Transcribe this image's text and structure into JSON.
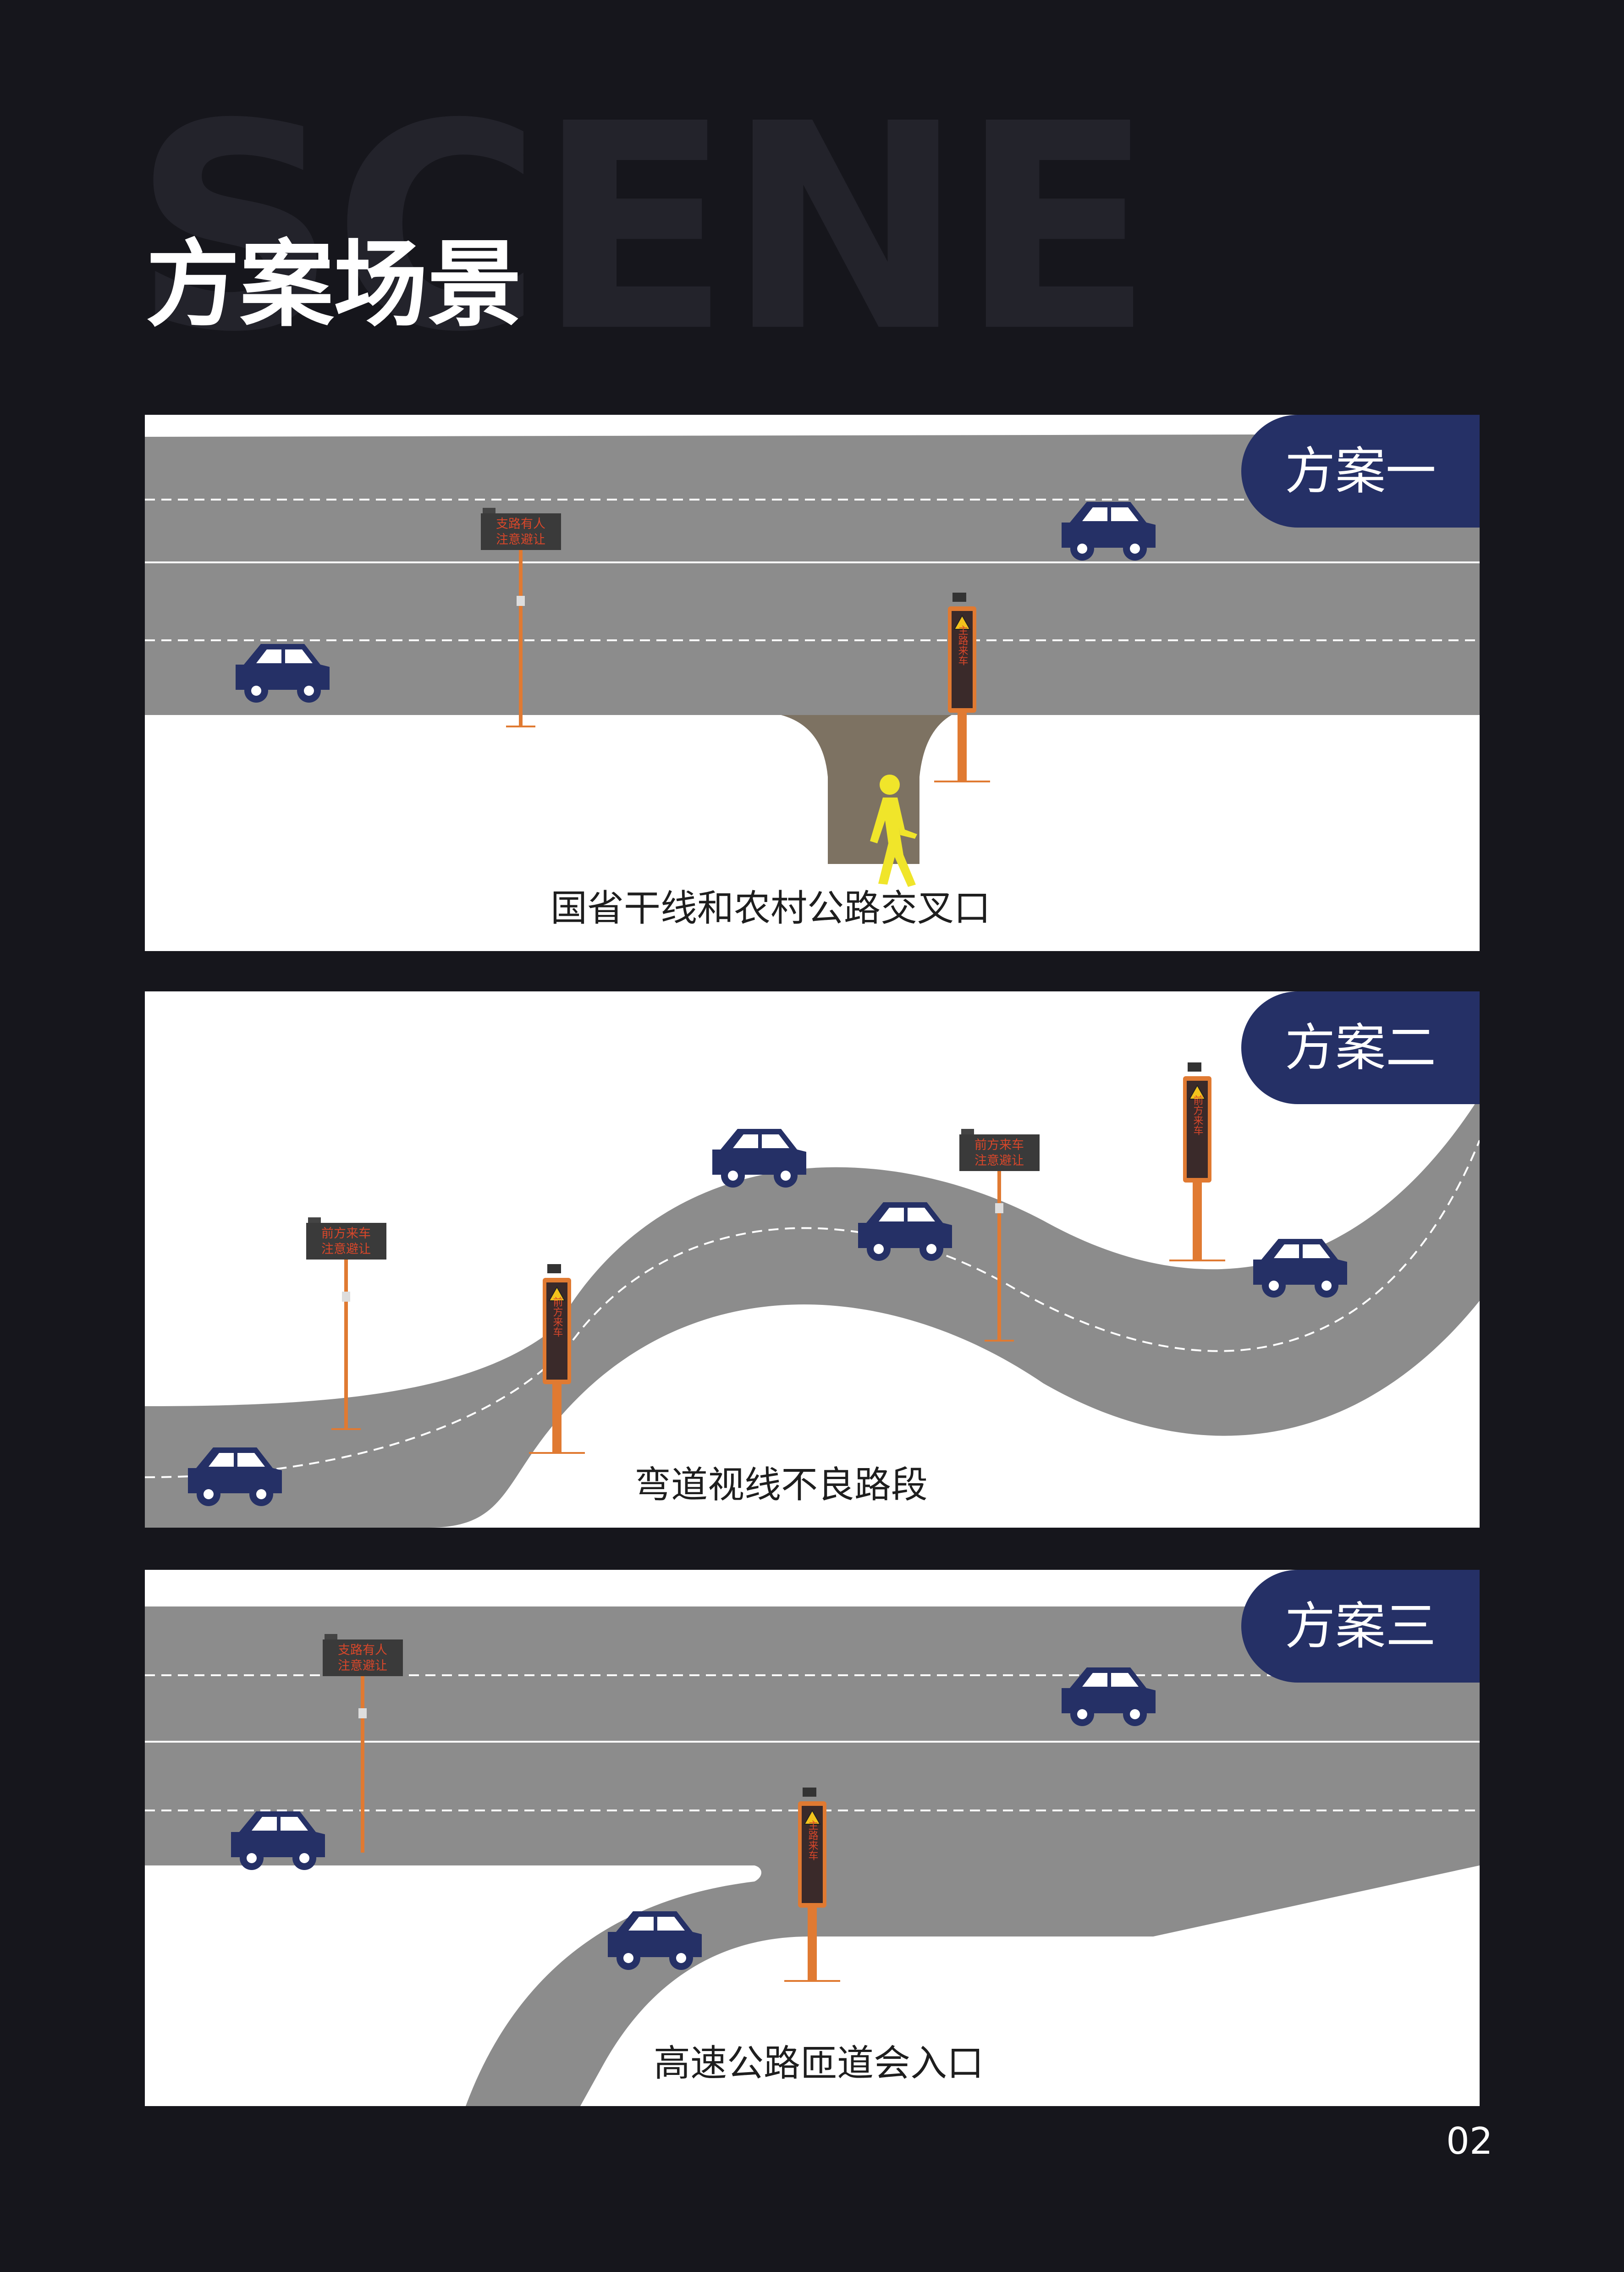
{
  "background_word": "SCENE",
  "page_title": "方案场景",
  "page_number": "02",
  "colors": {
    "page_bg": "#16161c",
    "road": "#8c8c8c",
    "car": "#253066",
    "badge": "#253066",
    "pole": "#e07a32",
    "pedestrian": "#f0e52a",
    "dirt_road": "#7d7262"
  },
  "scenarios": [
    {
      "badge": "方案一",
      "caption": "国省干线和农村公路交叉口",
      "board_text": [
        "支路有人",
        "注意避让"
      ],
      "post_text": "主路来车"
    },
    {
      "badge": "方案二",
      "caption": "弯道视线不良路段",
      "board_text": [
        "前方来车",
        "注意避让"
      ],
      "post_text": "前方来车"
    },
    {
      "badge": "方案三",
      "caption": "高速公路匝道会入口",
      "board_text": [
        "支路有人",
        "注意避让"
      ],
      "post_text": "主路来车"
    }
  ]
}
